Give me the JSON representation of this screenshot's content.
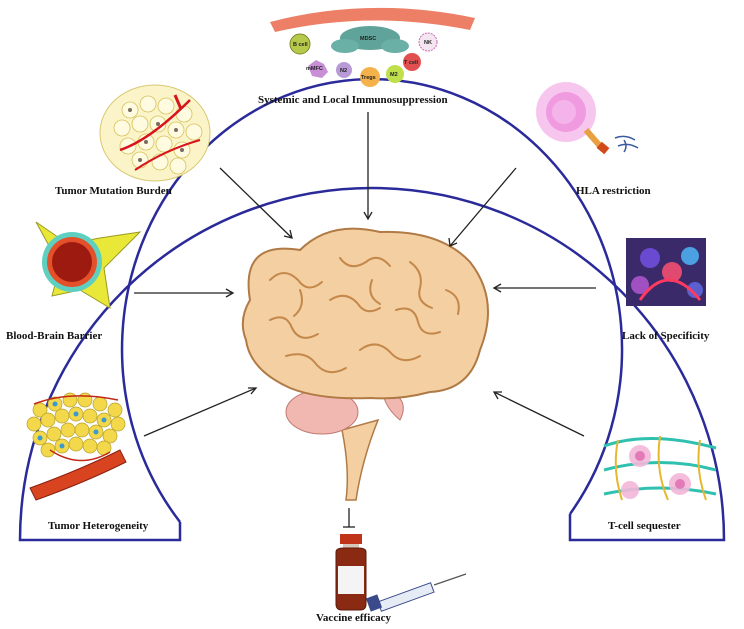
{
  "factors": {
    "top": "Systemic and Local Immunosuppression",
    "tmb": "Tumor Mutation Burden",
    "hla": "HLA restriction",
    "bbb": "Blood-Brain Barrier",
    "specificity": "Lack of Specificity",
    "heterogeneity": "Tumor Heterogeneity",
    "tcell": "T-cell sequester"
  },
  "outcome": "Vaccine efficacy",
  "immune_cells": {
    "bcell": "B cell",
    "mdsc": "MDSC",
    "nk": "NK",
    "mmfc": "mMFC",
    "n2": "N2",
    "tregs": "Tregs",
    "m2": "M2",
    "tcell": "T cell"
  },
  "colors": {
    "arc": "#2a2a9a",
    "arrow": "#222222",
    "brain_fill": "#f3cfa2",
    "brain_stroke": "#b07a45"
  }
}
